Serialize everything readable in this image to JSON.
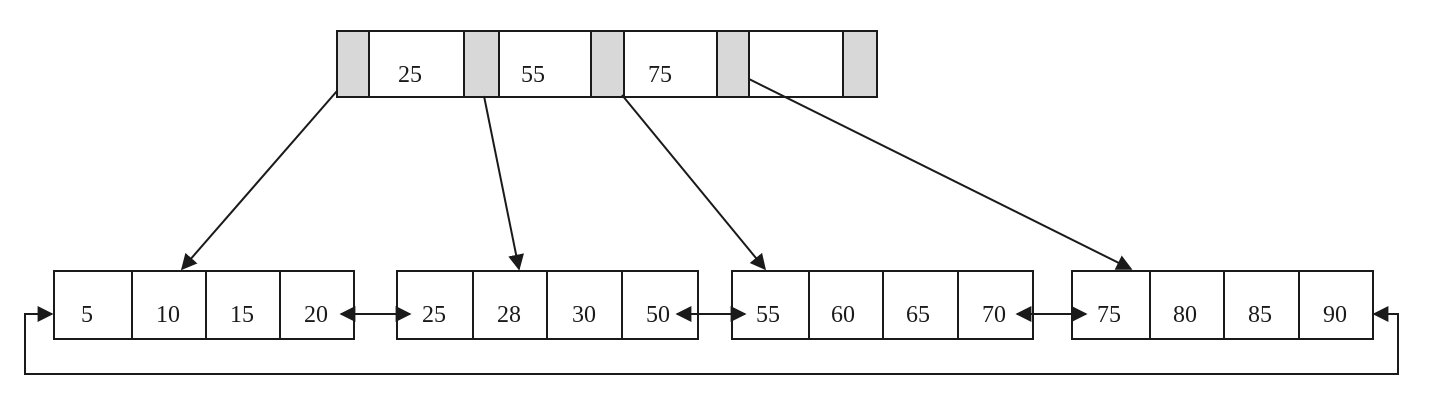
{
  "root": {
    "keys": [
      "25",
      "55",
      "75",
      ""
    ]
  },
  "leaves": [
    {
      "keys": [
        "5",
        "10",
        "15",
        "20"
      ]
    },
    {
      "keys": [
        "25",
        "28",
        "30",
        "50"
      ]
    },
    {
      "keys": [
        "55",
        "60",
        "65",
        "70"
      ]
    },
    {
      "keys": [
        "75",
        "80",
        "85",
        "90"
      ]
    }
  ]
}
